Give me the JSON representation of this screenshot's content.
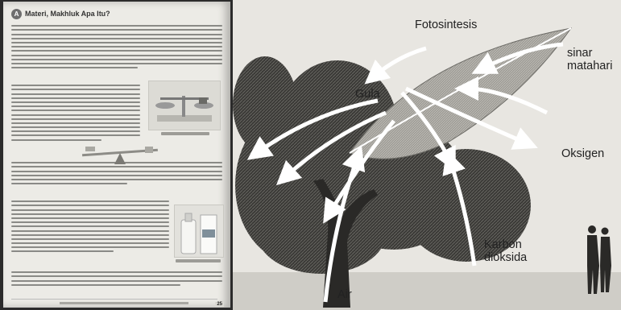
{
  "left_page": {
    "section_letter": "A",
    "section_title": "Materi, Makhluk Apa Itu?",
    "page_number": "25"
  },
  "diagram": {
    "labels": {
      "photosynthesis": "Fotosintesis",
      "sunlight": "sinar matahari",
      "sugar": "Gula",
      "oxygen": "Oksigen",
      "carbon_dioxide": "Karbon dioksida",
      "water": "Air"
    },
    "colors": {
      "arrow": "#ffffff",
      "foliage_dark": "#2c2c2a",
      "foliage_mid": "#5a5955",
      "leaf": "#a9a7a1",
      "background": "#e8e6e1"
    }
  }
}
